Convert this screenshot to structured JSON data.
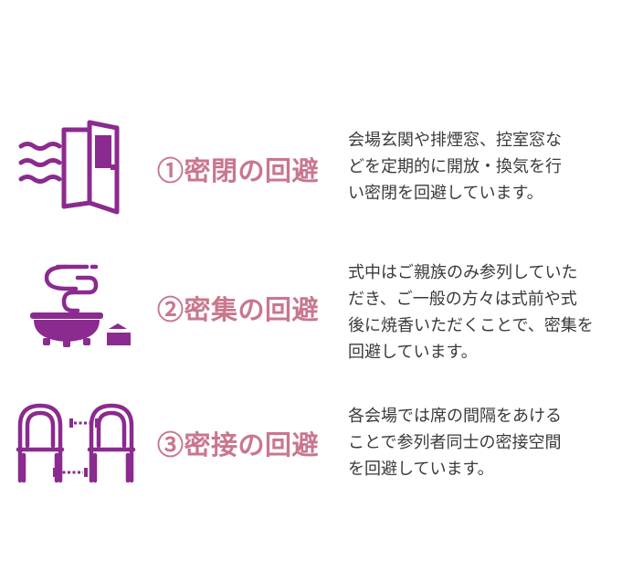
{
  "colors": {
    "icon_purple": "#8b2a8f",
    "heading_pink": "#c9778d",
    "body_text": "#3a3a3a"
  },
  "items": [
    {
      "icon": "open-door-wind-icon",
      "heading": "①密閉の回避",
      "lines": [
        "会場玄関や排煙窓、控室窓な",
        "どを定期的に開放・換気を行",
        "い密閉を回避しています。"
      ]
    },
    {
      "icon": "incense-burner-icon",
      "heading": "②密集の回避",
      "lines": [
        "式中はご親族のみ参列していた",
        "だき、ご一般の方々は式前や式",
        "後に焼香いただくことで、密集を",
        "回避しています。"
      ]
    },
    {
      "icon": "distanced-chairs-icon",
      "heading": "③密接の回避",
      "lines": [
        "各会場では席の間隔をあける",
        "ことで参列者同士の密接空間",
        "を回避しています。"
      ]
    }
  ]
}
